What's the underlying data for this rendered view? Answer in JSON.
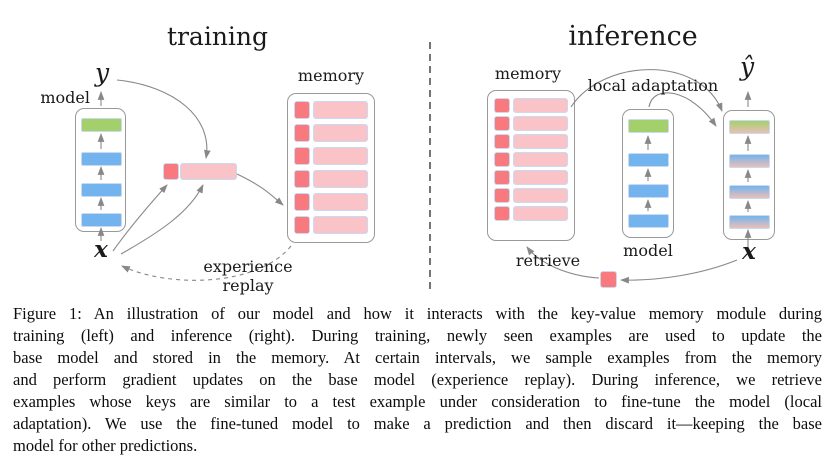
{
  "figure": {
    "training": {
      "title": "training",
      "model_label": "model",
      "memory_label": "memory",
      "output_label": "y",
      "input_label": "x",
      "experience_replay_label": "experience replay",
      "memory_rows": 6,
      "model_layers": [
        "green",
        "blue",
        "blue",
        "blue"
      ]
    },
    "inference": {
      "title": "inference",
      "model_label": "model",
      "memory_label": "memory",
      "output_label": "ŷ",
      "input_label": "x",
      "local_adaptation_label": "local adaptation",
      "retrieve_label": "retrieve",
      "memory_rows": 7,
      "base_model_layers": [
        "green",
        "blue",
        "blue",
        "blue"
      ],
      "adapted_model_layers": [
        "green-pink",
        "blue-pink",
        "blue-pink",
        "blue-pink"
      ]
    },
    "caption_lines": [
      "Figure 1: An illustration of our model and how it interacts with the key-value memory module during",
      "training (left) and inference (right). During training, newly seen examples are used to update the",
      "base model and stored in the memory. At certain intervals, we sample examples from the memory",
      "and perform gradient updates on the base model (experience replay). During inference, we retrieve",
      "examples whose keys are similar to a test example under consideration to fine-tune the model (local",
      "adaptation). We use the fine-tuned model to make a prediction and then discard it—keeping the base",
      "model for other predictions."
    ]
  },
  "colors": {
    "layer_green": "#a4d06b",
    "layer_blue": "#74b4ee",
    "layer_pink_fade": "#eabfb6",
    "layer_border": "#c9d9ef",
    "memory_key_red": "#f8797e",
    "memory_value_pink": "#fac3c7",
    "box_border": "#999999",
    "arrow": "#888888"
  }
}
